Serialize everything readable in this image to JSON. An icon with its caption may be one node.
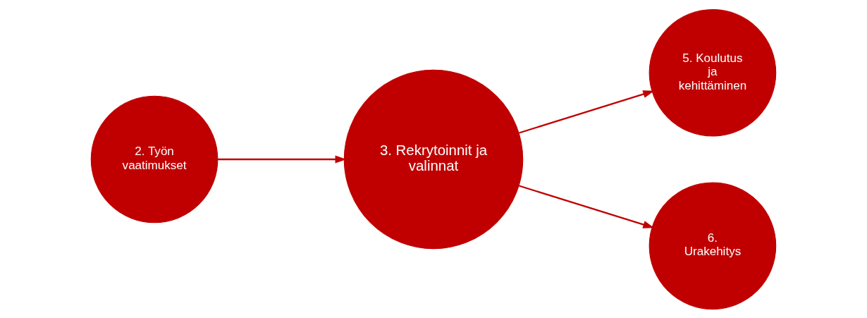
{
  "diagram": {
    "nodes": [
      {
        "text": [
          "2. Työn vaatimukset"
        ]
      },
      {
        "text": [
          "3. Rekrytoinnit ja valinnat"
        ]
      },
      {
        "text": [
          "5. Koulutus ja kehittäminen"
        ]
      },
      {
        "text": [
          "6. Urakehitys"
        ]
      }
    ],
    "edges": [
      {
        "from": 0,
        "to": 1,
        "arrow": "to"
      },
      {
        "from": 1,
        "to": 2,
        "arrow": "to"
      },
      {
        "from": 1,
        "to": 3,
        "arrow": "to"
      }
    ]
  }
}
